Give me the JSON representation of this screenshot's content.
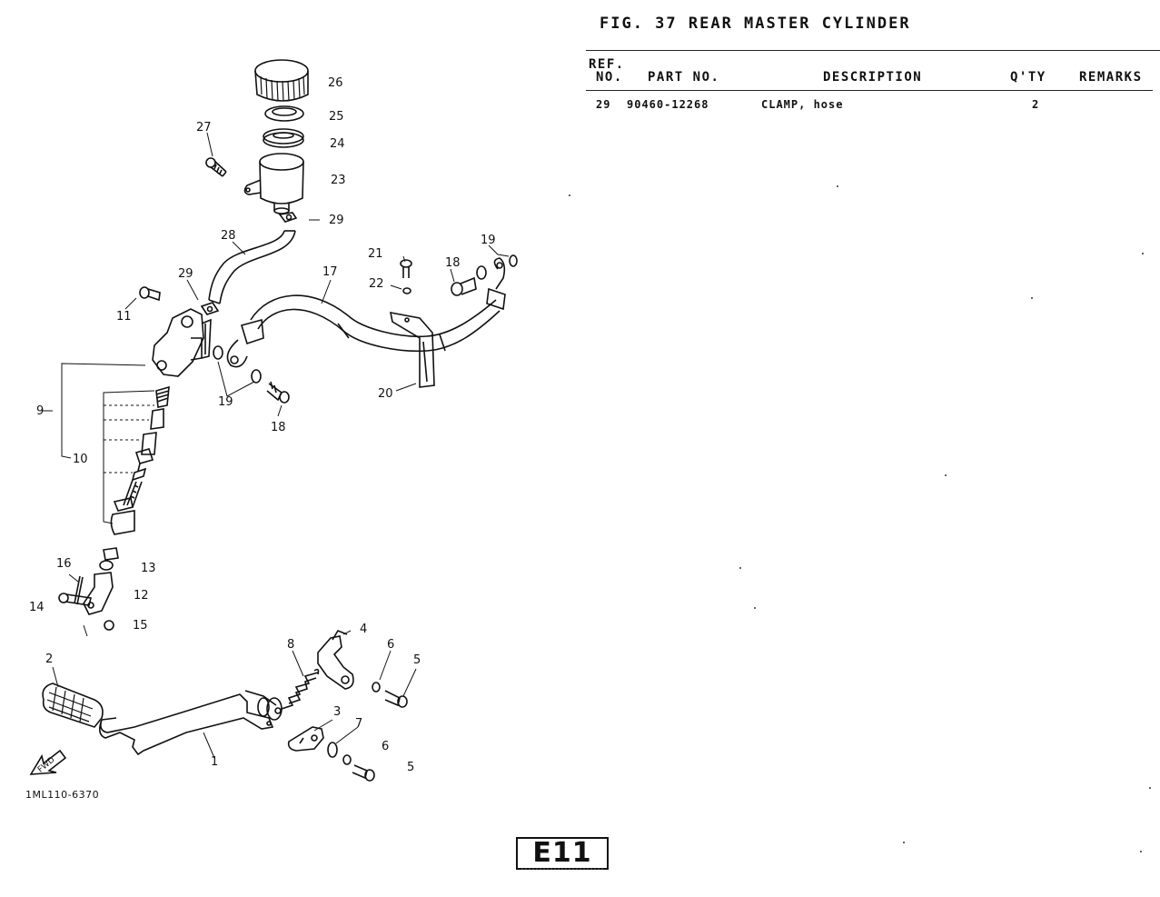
{
  "figure": {
    "title": "FIG. 37  REAR MASTER CYLINDER",
    "diagram_code": "1ML110-6370",
    "page_stamp": "E11"
  },
  "table": {
    "headers": {
      "ref_line1": "REF.",
      "ref_line2": "NO.",
      "part_no": "PART NO.",
      "description": "DESCRIPTION",
      "qty": "Q'TY",
      "remarks": "REMARKS"
    },
    "rows": [
      {
        "ref": "29",
        "part_no": "90460-12268",
        "description": "CLAMP, hose",
        "qty": "2",
        "remarks": ""
      }
    ]
  },
  "diagram": {
    "callouts": [
      "1",
      "2",
      "3",
      "4",
      "5",
      "5",
      "6",
      "6",
      "7",
      "8",
      "9",
      "10",
      "11",
      "12",
      "13",
      "14",
      "15",
      "16",
      "17",
      "18",
      "18",
      "19",
      "19",
      "20",
      "21",
      "22",
      "23",
      "24",
      "25",
      "26",
      "27",
      "28",
      "29",
      "29"
    ],
    "fwd_label": "FWD"
  }
}
